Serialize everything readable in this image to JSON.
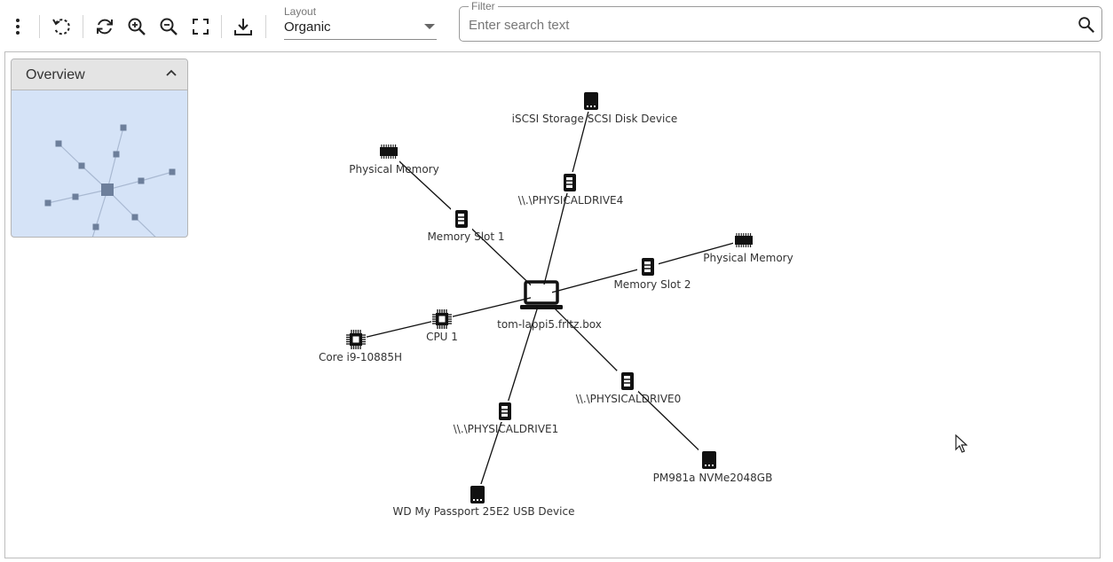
{
  "toolbar": {
    "buttons": [
      {
        "name": "more-menu-button",
        "icon": "vertical-dots-icon"
      },
      {
        "name": "reset-layout-button",
        "icon": "undo-icon"
      },
      {
        "name": "refresh-button",
        "icon": "refresh-icon"
      },
      {
        "name": "zoom-in-button",
        "icon": "zoom-in-icon"
      },
      {
        "name": "zoom-out-button",
        "icon": "zoom-out-icon"
      },
      {
        "name": "fit-to-screen-button",
        "icon": "fit-screen-icon"
      },
      {
        "name": "download-button",
        "icon": "download-icon"
      }
    ],
    "layout": {
      "label": "Layout",
      "value": "Organic"
    },
    "filter": {
      "label": "Filter",
      "placeholder": "Enter search text"
    }
  },
  "overview": {
    "title": "Overview",
    "icon": "chevron-up-icon"
  },
  "graph": {
    "edge_color": "#111111",
    "nodes": [
      {
        "id": "host",
        "label": "tom-lappi5.fritz.box",
        "icon": "laptop-icon"
      },
      {
        "id": "cpu1",
        "label": "CPU 1",
        "icon": "cpu-icon"
      },
      {
        "id": "core",
        "label": "Core i9-10885H",
        "icon": "cpu-icon"
      },
      {
        "id": "slot1",
        "label": "Memory Slot 1",
        "icon": "slot-icon"
      },
      {
        "id": "pmem1",
        "label": "Physical Memory",
        "icon": "memory-icon"
      },
      {
        "id": "slot2",
        "label": "Memory Slot 2",
        "icon": "slot-icon"
      },
      {
        "id": "pmem2",
        "label": "Physical Memory",
        "icon": "memory-icon"
      },
      {
        "id": "pd4",
        "label": "\\\\.\\PHYSICALDRIVE4",
        "icon": "slot-icon"
      },
      {
        "id": "iscsi",
        "label": "iSCSI Storage SCSI Disk Device",
        "icon": "disk-icon"
      },
      {
        "id": "pd0",
        "label": "\\\\.\\PHYSICALDRIVE0",
        "icon": "slot-icon"
      },
      {
        "id": "pm981",
        "label": "PM981a NVMe2048GB",
        "icon": "disk-icon"
      },
      {
        "id": "pd1",
        "label": "\\\\.\\PHYSICALDRIVE1",
        "icon": "slot-icon"
      },
      {
        "id": "wd",
        "label": "WD My Passport 25E2 USB Device",
        "icon": "disk-icon"
      }
    ],
    "edges": [
      [
        "host",
        "cpu1"
      ],
      [
        "cpu1",
        "core"
      ],
      [
        "host",
        "slot1"
      ],
      [
        "slot1",
        "pmem1"
      ],
      [
        "host",
        "slot2"
      ],
      [
        "slot2",
        "pmem2"
      ],
      [
        "host",
        "pd4"
      ],
      [
        "pd4",
        "iscsi"
      ],
      [
        "host",
        "pd0"
      ],
      [
        "pd0",
        "pm981"
      ],
      [
        "host",
        "pd1"
      ],
      [
        "pd1",
        "wd"
      ]
    ]
  },
  "colors": {
    "overview_bg": "#d5e3f7",
    "overview_node": "#6d7f9b",
    "overview_edge": "#a9b9d2"
  }
}
